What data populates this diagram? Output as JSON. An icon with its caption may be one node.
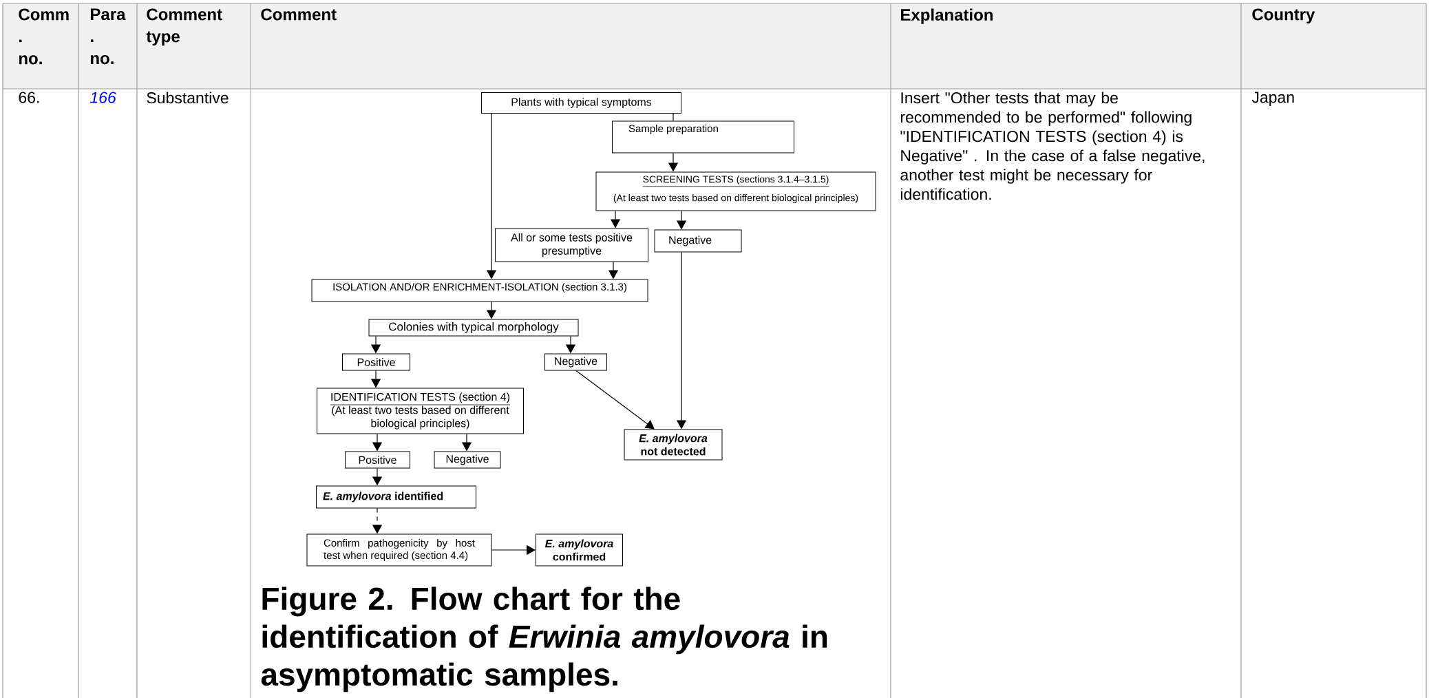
{
  "diagram": {
    "caption": "Figure 2. Flow chart for the identification of *Erwinia amylovora* in asymptomatic samples.",
    "nodes": [
      {
        "text": [
          "Plants with typical symptoms"
        ]
      },
      {
        "text": [
          "Sample preparation"
        ]
      },
      {
        "text": [
          "SCREENING TESTS (sections 3.1.4–3.1.5)",
          "(At least two tests based on different biological principles)"
        ]
      },
      {
        "text": [
          "All or some tests positive presumptive"
        ]
      },
      {
        "text": [
          "Negative"
        ]
      },
      {
        "text": [
          "ISOLATION AND/OR ENRICHMENT-ISOLATION (section 3.1.3)"
        ]
      },
      {
        "text": [
          "Colonies with typical morphology"
        ]
      },
      {
        "text": [
          "Positive"
        ]
      },
      {
        "text": [
          "Negative"
        ]
      },
      {
        "text": [
          "IDENTIFICATION TESTS (section 4)",
          "(At least two tests based on different biological principles)"
        ]
      },
      {
        "text": [
          "Positive"
        ]
      },
      {
        "text": [
          "Negative"
        ]
      },
      {
        "text": [
          "*E. amylovora* not detected"
        ]
      },
      {
        "text": [
          "*E. amylovora* identified"
        ]
      },
      {
        "text": [
          "Confirm pathogenicity by host test when required (section 4.4)"
        ]
      },
      {
        "text": [
          "*E. amylovora* confirmed"
        ]
      }
    ],
    "edges": [
      {
        "from": 0,
        "to": 1,
        "arrow": "none"
      },
      {
        "from": 0,
        "to": 5,
        "arrow": "to"
      },
      {
        "from": 1,
        "to": 2,
        "arrow": "to"
      },
      {
        "from": 2,
        "to": 3,
        "arrow": "to"
      },
      {
        "from": 2,
        "to": 4,
        "arrow": "to"
      },
      {
        "from": 3,
        "to": 5,
        "arrow": "to"
      },
      {
        "from": 4,
        "to": 12,
        "arrow": "to"
      },
      {
        "from": 5,
        "to": 6,
        "arrow": "to"
      },
      {
        "from": 6,
        "to": 7,
        "arrow": "to"
      },
      {
        "from": 6,
        "to": 8,
        "arrow": "to"
      },
      {
        "from": 8,
        "to": 12,
        "arrow": "to"
      },
      {
        "from": 7,
        "to": 9,
        "arrow": "to"
      },
      {
        "from": 9,
        "to": 10,
        "arrow": "to"
      },
      {
        "from": 9,
        "to": 11,
        "arrow": "to"
      },
      {
        "from": 10,
        "to": 13,
        "arrow": "to"
      },
      {
        "from": 13,
        "to": 14,
        "arrow": "to",
        "style": "dashed"
      },
      {
        "from": 14,
        "to": 15,
        "arrow": "to"
      }
    ],
    "labels": [
      "Comm . no.",
      "Para . no.",
      "Comment type",
      "Comment",
      "Explanation",
      "Country",
      "66.",
      "166",
      "Substantive",
      "Insert \"Other tests that may be recommended to be performed\" following \"IDENTIFICATION TESTS (section 4) is Negative\" . In the case of a false negative, another test might be necessary for identification.",
      "Japan"
    ]
  }
}
